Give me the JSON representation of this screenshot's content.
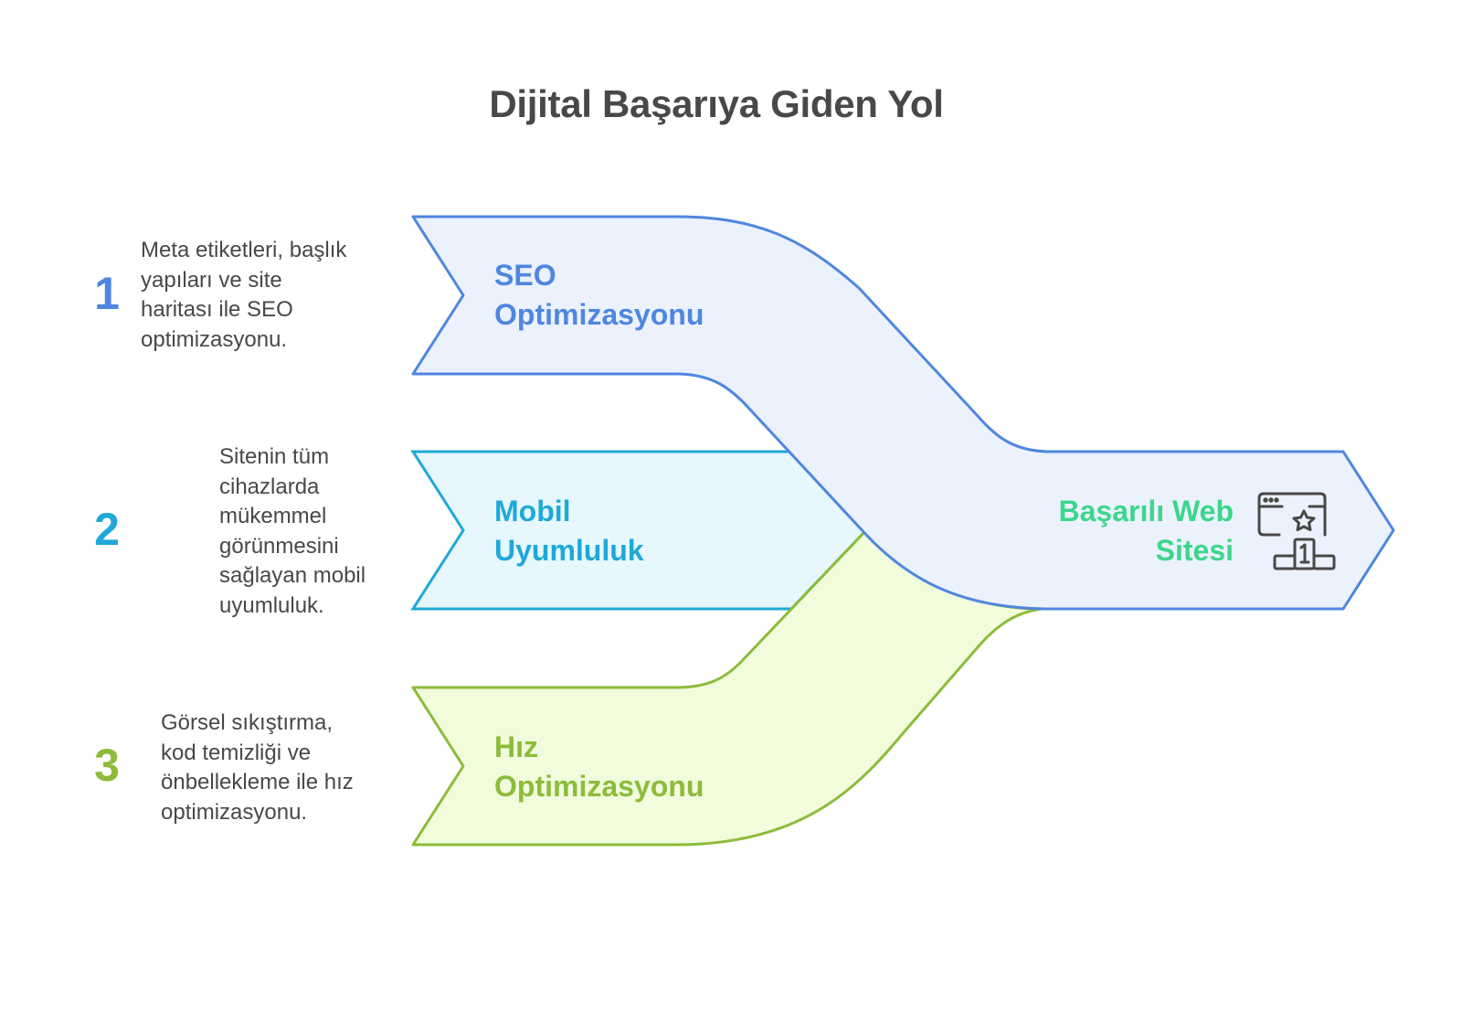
{
  "title": "Dijital Başarıya Giden Yol",
  "colors": {
    "seo_stroke": "#4f86e0",
    "seo_fill": "#ebf2fd",
    "mobile_stroke": "#1fa8d8",
    "mobile_fill": "#e6f7fd",
    "speed_stroke": "#8cbc3a",
    "speed_fill": "#f1fcdc",
    "final_text": "#3dd68c",
    "body_text": "#484848"
  },
  "steps": [
    {
      "number": "1",
      "label_line1": "SEO",
      "label_line2": "Optimizasyonu",
      "description": [
        "Meta etiketleri, başlık",
        "yapıları ve site",
        "haritası ile SEO",
        "optimizasyonu."
      ]
    },
    {
      "number": "2",
      "label_line1": "Mobil",
      "label_line2": "Uyumluluk",
      "description": [
        "Sitenin tüm",
        "cihazlarda",
        "mükemmel",
        "görünmesini",
        "sağlayan mobil",
        "uyumluluk."
      ]
    },
    {
      "number": "3",
      "label_line1": "Hız",
      "label_line2": "Optimizasyonu",
      "description": [
        "Görsel sıkıştırma,",
        "kod temizliği ve",
        "önbellekleme ile hız",
        "optimizasyonu."
      ]
    }
  ],
  "result": {
    "label_line1": "Başarılı Web",
    "label_line2": "Sitesi",
    "icon": "website-podium-star-icon"
  }
}
